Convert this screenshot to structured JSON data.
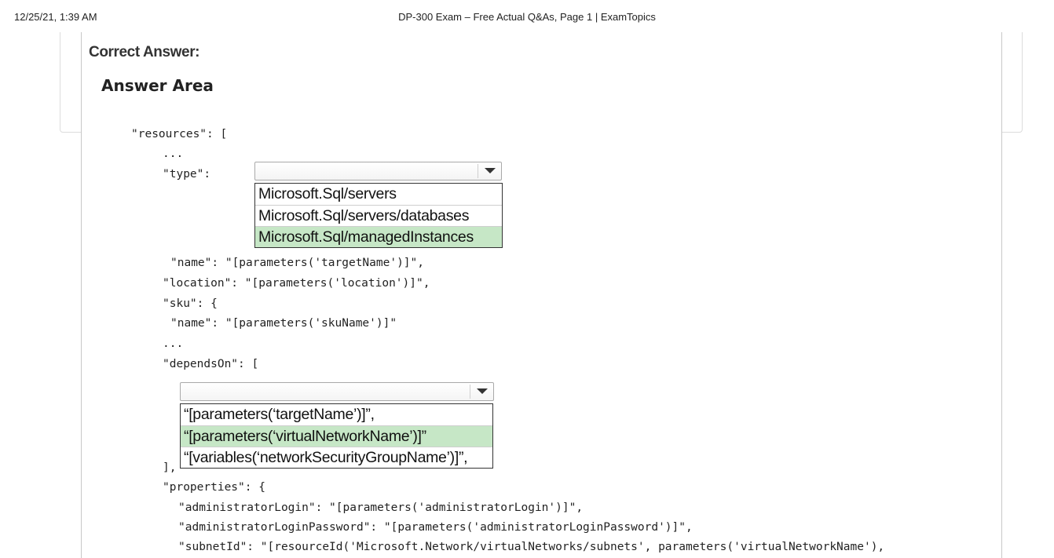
{
  "print_header": {
    "datetime": "12/25/21, 1:39 AM",
    "title": "DP-300 Exam – Free Actual Q&As, Page 1 | ExamTopics"
  },
  "answer": {
    "label": "Correct Answer:",
    "area_title": "Answer Area"
  },
  "code_lines": {
    "resources": "\"resources\": [",
    "ellipsis1": "...",
    "type": "\"type\":",
    "name": "\"name\": \"[parameters('targetName')]\",",
    "location": "\"location\": \"[parameters('location')]\",",
    "sku": "\"sku\": {",
    "sku_name": "\"name\": \"[parameters('skuName')]\"",
    "ellipsis2": "...",
    "depends_on": "\"dependsOn\": [",
    "close_bracket": "],",
    "properties": "\"properties\": {",
    "admin_login": "\"administratorLogin\": \"[parameters('administratorLogin')]\",",
    "admin_password": "\"administratorLoginPassword\": \"[parameters('administratorLoginPassword')]\",",
    "subnet_id": "\"subnetId\": \"[resourceId('Microsoft.Network/virtualNetworks/subnets', parameters('virtualNetworkName'),"
  },
  "type_dropdown": {
    "options": [
      "Microsoft.Sql/servers",
      "Microsoft.Sql/servers/databases",
      "Microsoft.Sql/managedInstances"
    ],
    "selected_index": 2
  },
  "depends_dropdown": {
    "options": [
      "“[parameters(‘targetName’)]”,",
      "“[parameters(‘virtualNetworkName’)]”",
      "“[variables(‘networkSecurityGroupName’)]”,"
    ],
    "selected_index": 1
  },
  "colors": {
    "selected_option_bg": "#c6e7c6",
    "panel_border": "#c8c8c8"
  },
  "icons": {
    "dropdown_caret": "chevron-down-icon"
  }
}
